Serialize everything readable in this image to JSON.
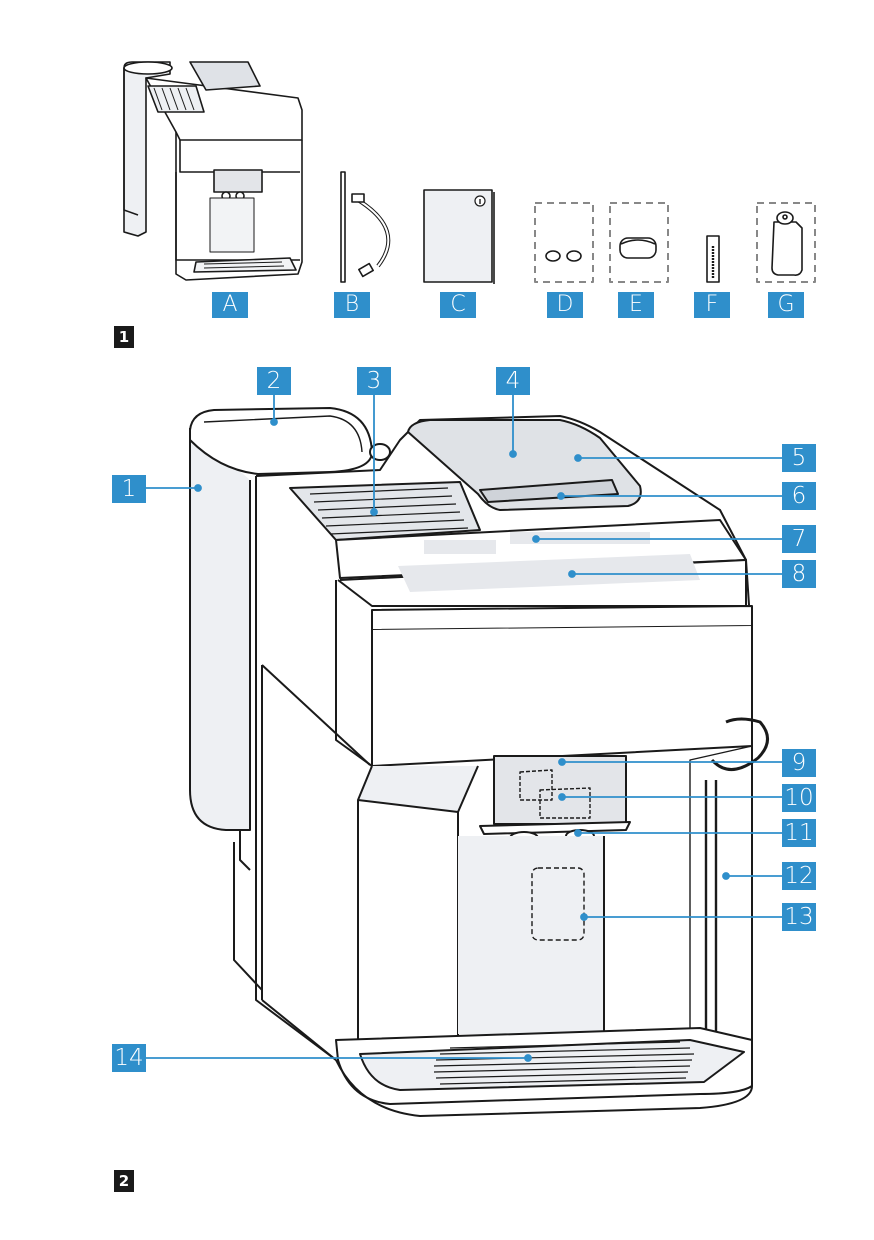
{
  "figure1": {
    "number": "1",
    "items": [
      {
        "letter": "A",
        "item": "coffee-machine"
      },
      {
        "letter": "B",
        "item": "milk-pipe"
      },
      {
        "letter": "C",
        "item": "instruction-manual"
      },
      {
        "letter": "D",
        "item": "cleaning-tablets"
      },
      {
        "letter": "E",
        "item": "descaling-tablets"
      },
      {
        "letter": "F",
        "item": "water-hardness-test-strip"
      },
      {
        "letter": "G",
        "item": "water-filter"
      }
    ]
  },
  "figure2": {
    "number": "2",
    "callouts": [
      "1",
      "2",
      "3",
      "4",
      "5",
      "6",
      "7",
      "8",
      "9",
      "10",
      "11",
      "12",
      "13",
      "14"
    ]
  },
  "colors": {
    "callout": "#2f8fcb",
    "figure_badge": "#1a1a1a",
    "line_art": "#1a1a1a",
    "fill_light": "#eef0f3"
  }
}
